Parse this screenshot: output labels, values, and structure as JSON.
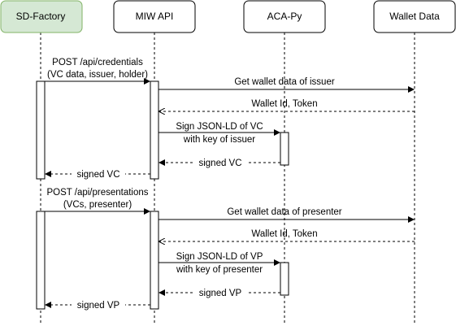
{
  "participants": [
    {
      "label": "SD-Factory",
      "fill": "#d5e8d4",
      "stroke": "#82b366"
    },
    {
      "label": "MIW API",
      "fill": "#ffffff",
      "stroke": "#000000"
    },
    {
      "label": "ACA-Py",
      "fill": "#ffffff",
      "stroke": "#000000"
    },
    {
      "label": "Wallet Data",
      "fill": "#ffffff",
      "stroke": "#000000"
    }
  ],
  "messages": [
    {
      "line1": "POST /api/credentials",
      "line2": "(VC data, issuer, holder)"
    },
    {
      "line1": "Get wallet data of issuer"
    },
    {
      "line1": "Wallet Id, Token"
    },
    {
      "line1": "Sign JSON-LD of VC",
      "line2": "with key of issuer"
    },
    {
      "line1": "signed VC"
    },
    {
      "line1": "signed VC"
    },
    {
      "line1": "POST /api/presentations",
      "line2": "(VCs, presenter)"
    },
    {
      "line1": "Get wallet data of presenter"
    },
    {
      "line1": "Wallet Id, Token"
    },
    {
      "line1": "Sign JSON-LD of VP",
      "line2": "with key of presenter"
    },
    {
      "line1": "signed VP"
    },
    {
      "line1": "signed VP"
    }
  ]
}
